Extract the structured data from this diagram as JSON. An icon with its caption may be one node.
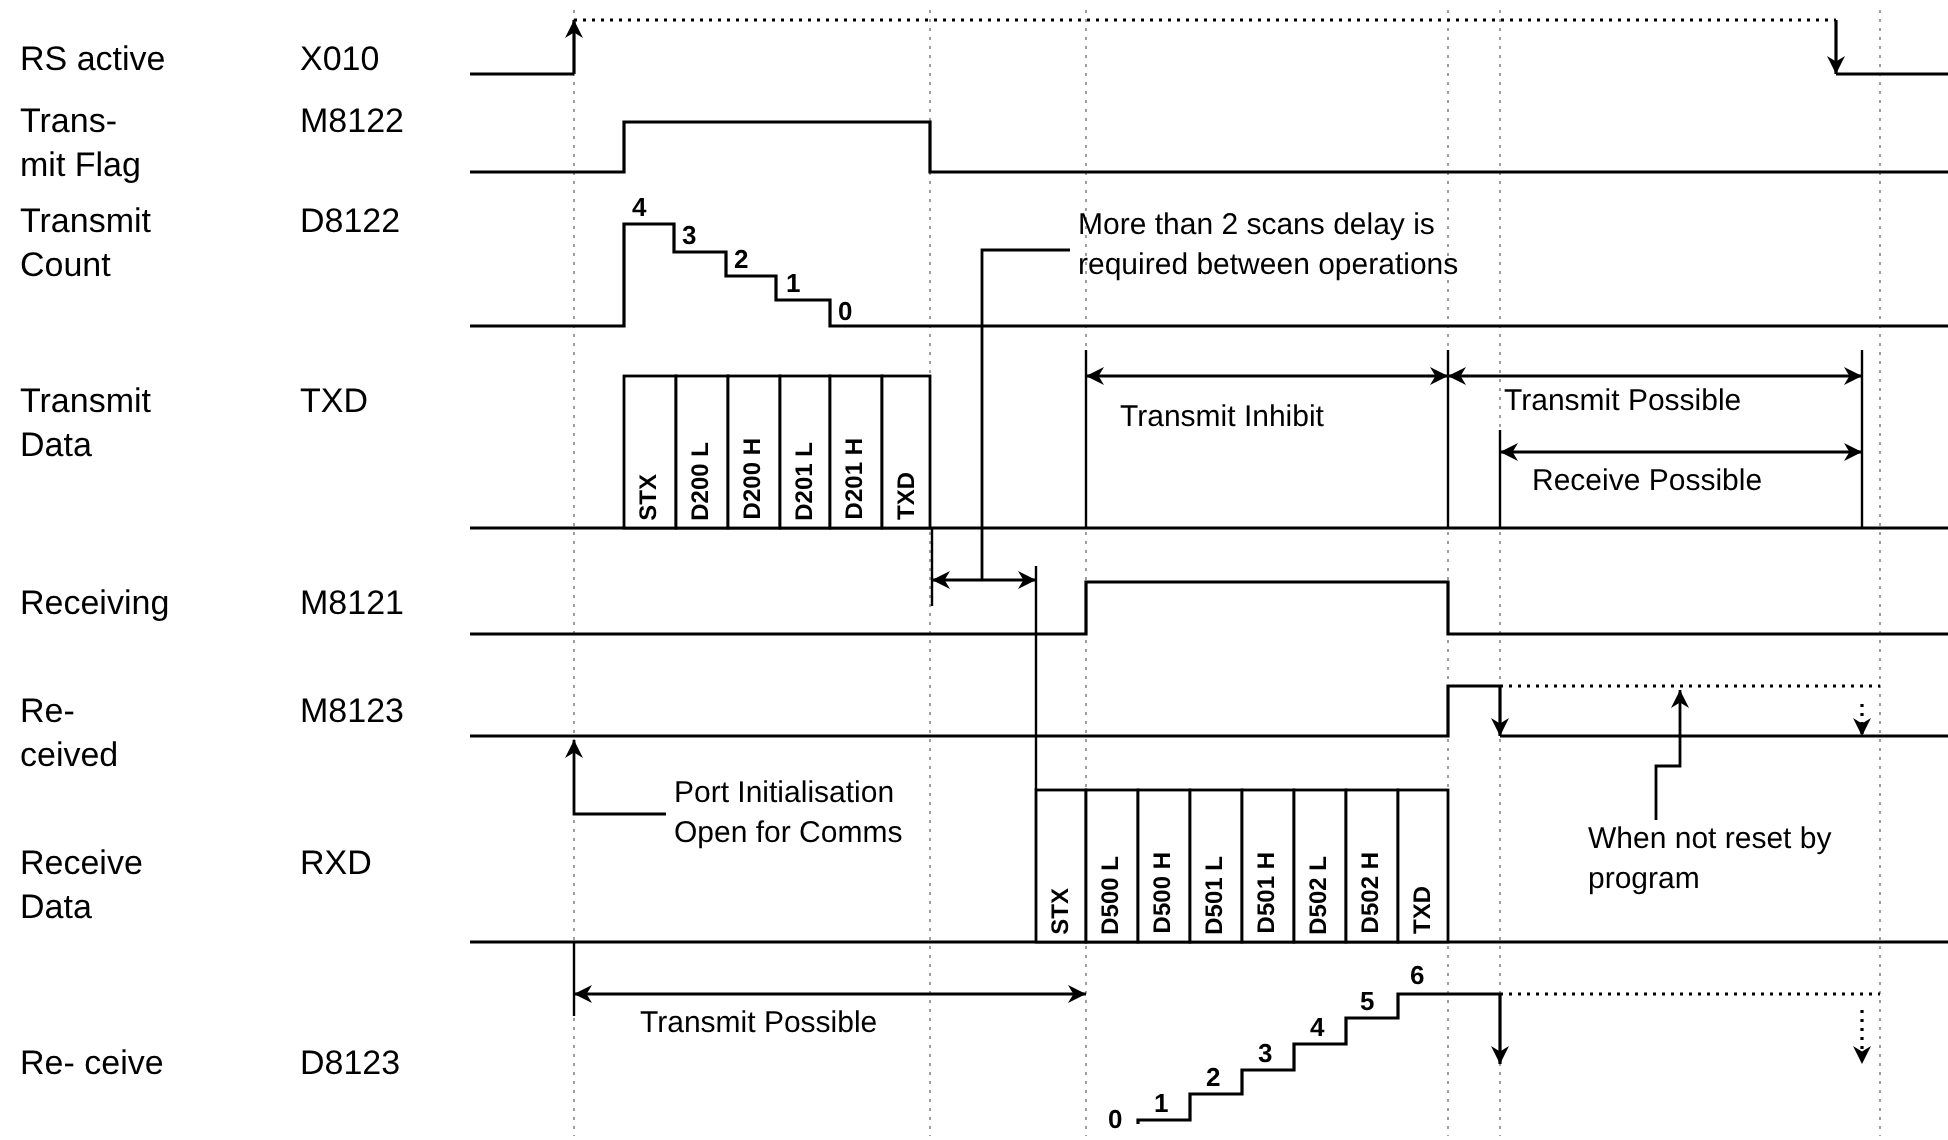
{
  "diagram": {
    "nodes": [
      {
        "text": [
          "More than 2 scans delay is required between operations"
        ]
      },
      {
        "text": [
          "Port Initialisation Open for Comms"
        ]
      },
      {
        "text": [
          "When not reset by program"
        ]
      }
    ],
    "edges": [
      {
        "from": 0,
        "to": null,
        "arrow": "none"
      },
      {
        "from": 1,
        "to": null,
        "arrow": "to"
      },
      {
        "from": 2,
        "to": null,
        "arrow": "to"
      }
    ],
    "labels": [
      "RS active",
      "X010",
      "Trans- mit Flag",
      "M8122",
      "4",
      "3",
      "2",
      "1",
      "0",
      "Transmit Count",
      "D8122",
      "Transmit Inhibit",
      "Transmit Possible",
      "Receive Possible",
      "Transmit Data",
      "TXD",
      "STX",
      "D200 L",
      "D200 H",
      "D201 L",
      "D201 H",
      "TXD",
      "Receiving",
      "M8121",
      "Re- ceived",
      "M8123",
      "Receive Data",
      "RXD",
      "STX",
      "D500 L",
      "D500 H",
      "D501 L",
      "D501 H",
      "D502 L",
      "D502 H",
      "TXD",
      "Transmit Possible",
      "0",
      "1",
      "2",
      "3",
      "4",
      "5",
      "6",
      "Re- ceive",
      "D8123"
    ]
  }
}
